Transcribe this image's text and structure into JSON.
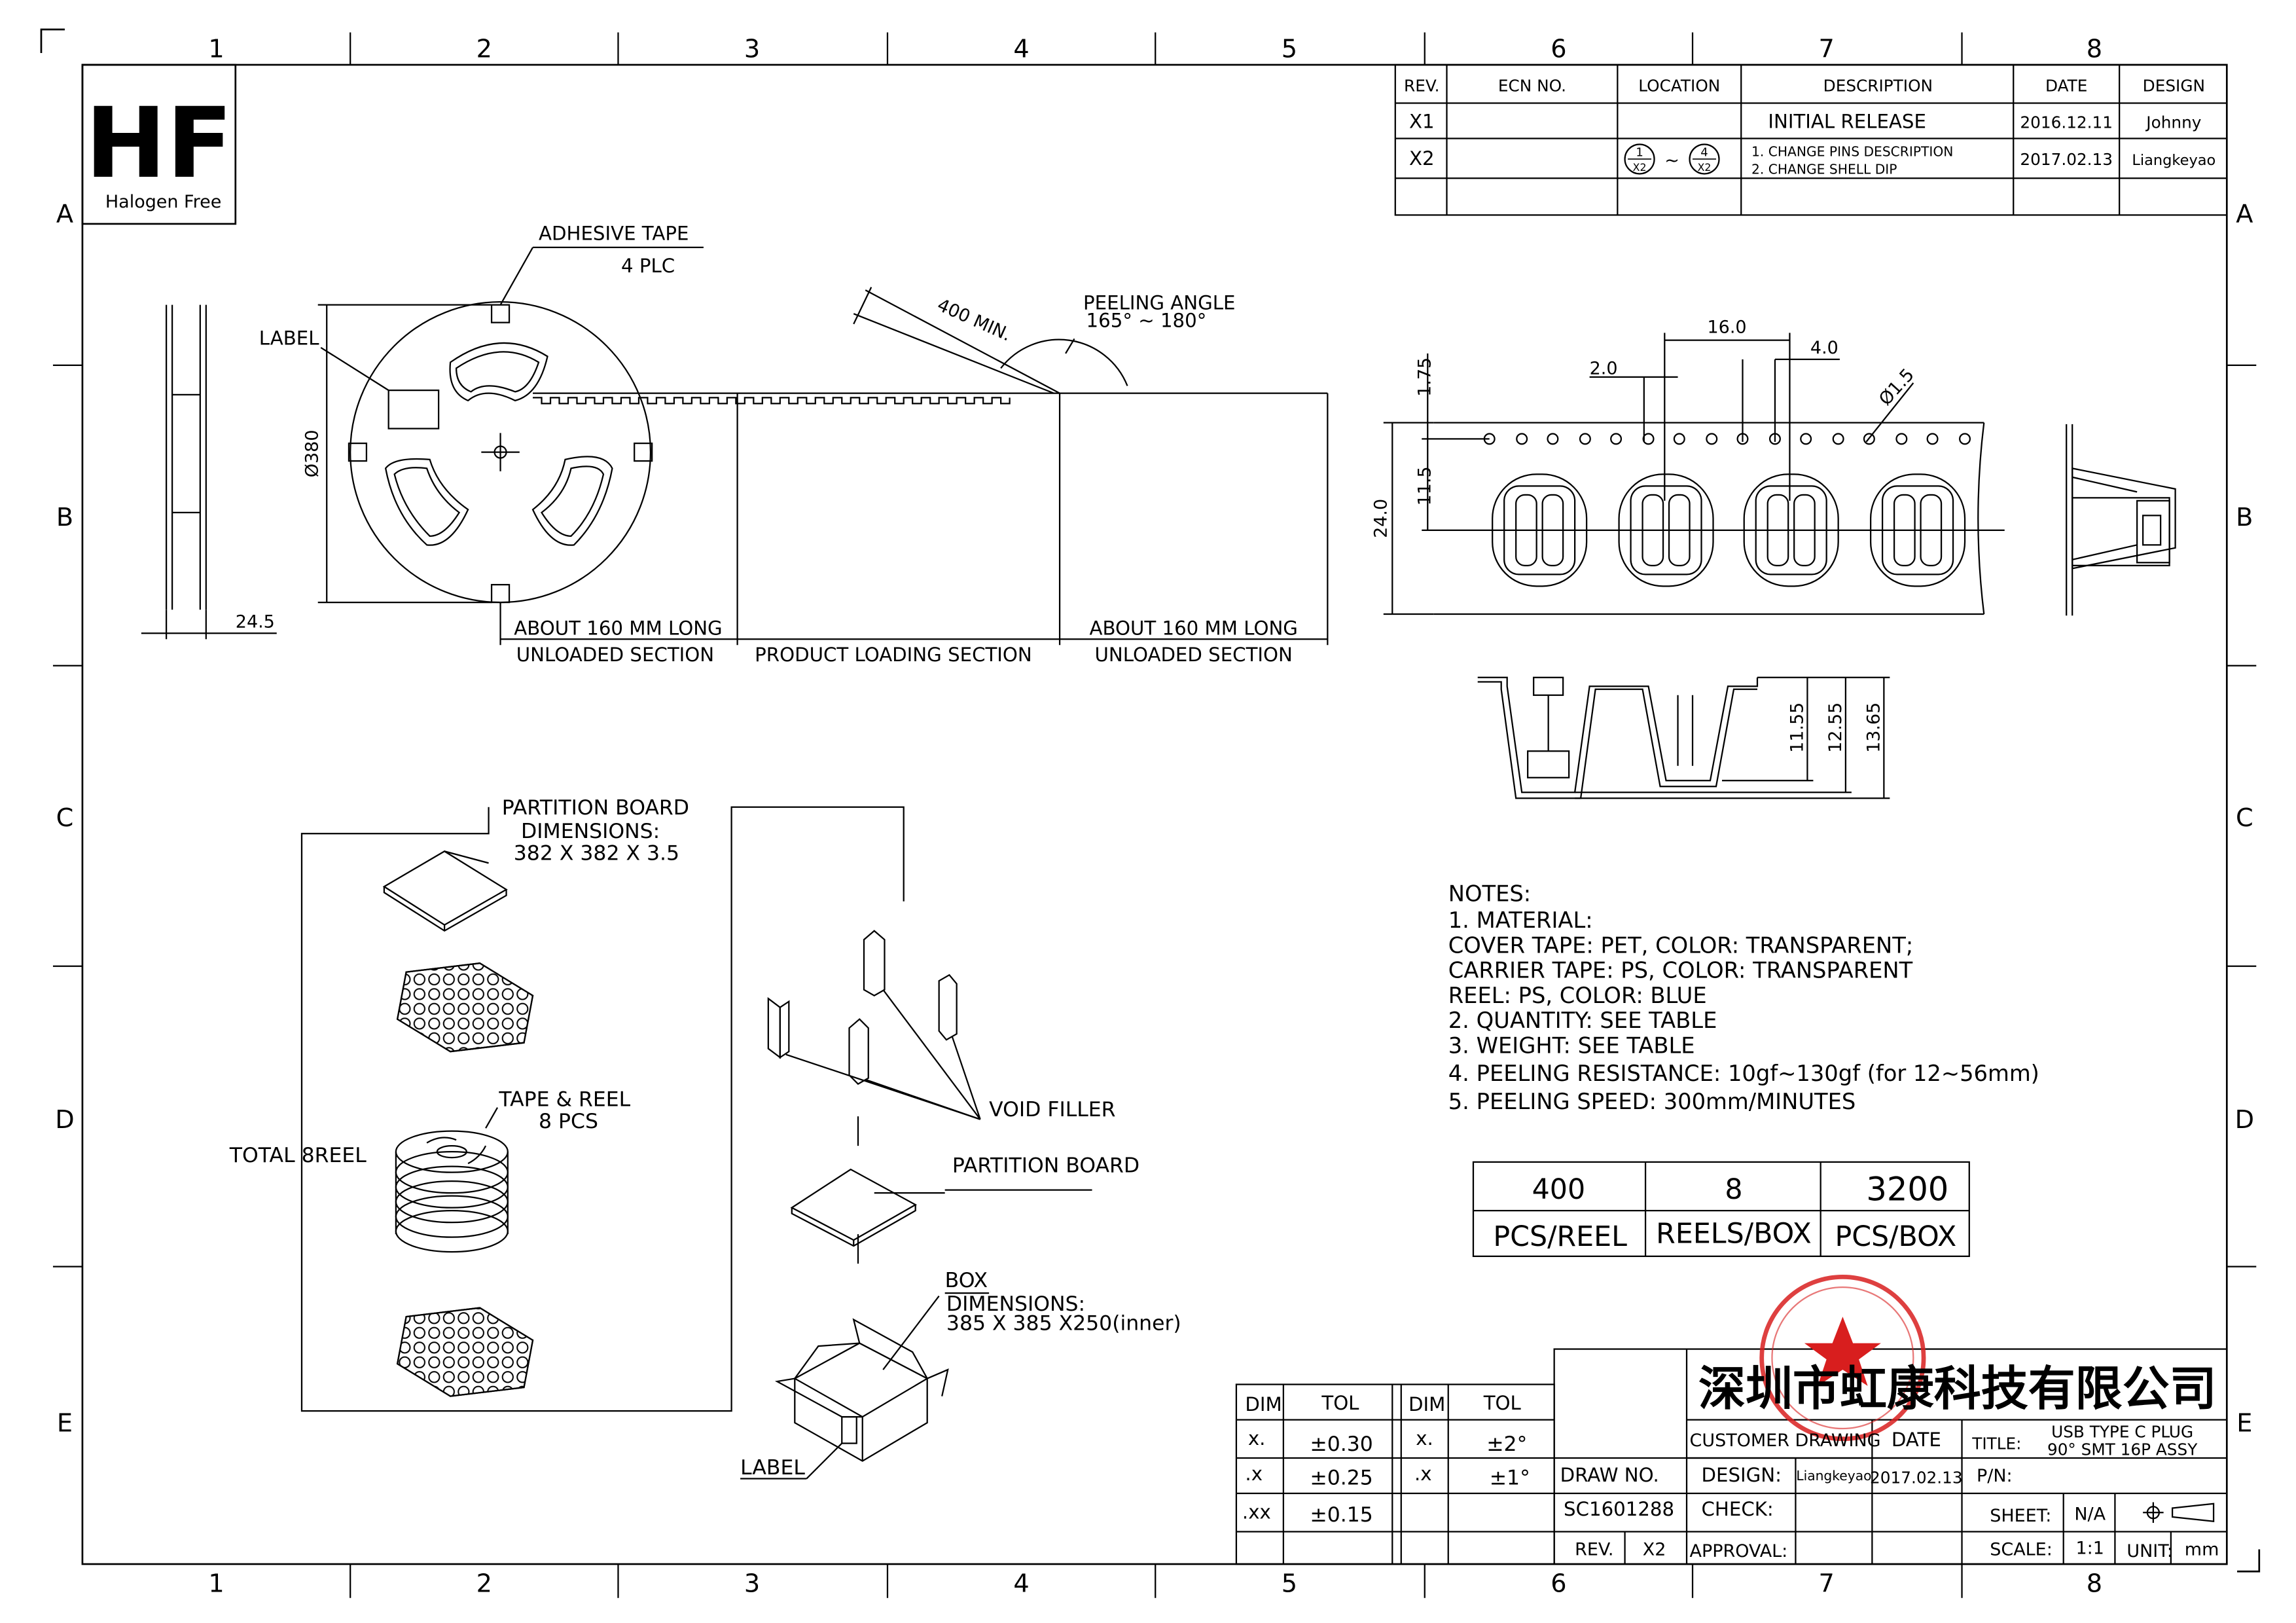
{
  "logo": {
    "text": "HF",
    "caption": "Halogen Free"
  },
  "frame": {
    "columns": [
      "1",
      "2",
      "3",
      "4",
      "5",
      "6",
      "7",
      "8"
    ],
    "rows": [
      "A",
      "B",
      "C",
      "D",
      "E"
    ]
  },
  "revision": {
    "headers": [
      "REV.",
      "ECN NO.",
      "LOCATION",
      "DESCRIPTION",
      "DATE",
      "DESIGN"
    ],
    "rows": [
      {
        "rev": "X1",
        "ecn": "",
        "location_from": "",
        "location_to": "",
        "description": [
          "INITIAL  RELEASE"
        ],
        "date": "2016.12.11",
        "design": "Johnny"
      },
      {
        "rev": "X2",
        "ecn": "",
        "location_from": "1/X2",
        "location_sep": "~",
        "location_to": "4/X2",
        "description": [
          "1. CHANGE PINS DESCRIPTION",
          "2. CHANGE SHELL DIP"
        ],
        "date": "2017.02.13",
        "design": "Liangkeyao"
      }
    ]
  },
  "reel": {
    "adhesive_tape": "ADHESIVE  TAPE",
    "adhesive_qty": "4  PLC",
    "label": "LABEL",
    "diameter": "Ø380",
    "width": "24.5",
    "peel_len": "400  MIN.",
    "peel_angle_title": "PEELING  ANGLE",
    "peel_angle_value": "165° ~ 180°",
    "unloaded_len_left": "ABOUT  160  MM  LONG",
    "unloaded_left": "UNLOADED  SECTION",
    "loading": "PRODUCT  LOADING  SECTION",
    "unloaded_len_right": "ABOUT  160  MM  LONG",
    "unloaded_right": "UNLOADED  SECTION"
  },
  "tape": {
    "pitch": "16.0",
    "hole_pitch": "4.0",
    "hole_offset": "2.0",
    "hole_dia": "Ø1.5",
    "edge": "1.75",
    "center": "11.5",
    "width": "24.0",
    "h1": "11.55",
    "h2": "12.55",
    "h3": "13.65"
  },
  "pack": {
    "partition_title": "PARTITION  BOARD",
    "dim_label": "DIMENSIONS:",
    "partition_dims": "382  X  382  X  3.5",
    "tape_reel": "TAPE  &  REEL",
    "tape_reel_qty": "8  PCS",
    "total": "TOTAL  8REEL",
    "void_filler": "VOID  FILLER",
    "partition_board": "PARTITION  BOARD",
    "box": "BOX",
    "box_dim_label": "DIMENSIONS:",
    "box_dims": "385  X  385  X250(inner)",
    "box_label": "LABEL"
  },
  "notes": {
    "title": "NOTES:",
    "lines": [
      "1.  MATERIAL:",
      "        COVER  TAPE:  PET,  COLOR:  TRANSPARENT;",
      "        CARRIER  TAPE:  PS,  COLOR:  TRANSPARENT",
      "        REEL:  PS,  COLOR:  BLUE",
      "2.  QUANTITY:  SEE  TABLE",
      "3.  WEIGHT:  SEE  TABLE",
      "4.  PEELING  RESISTANCE:  10gf~130gf  (for  12~56mm)",
      "5.  PEELING  SPEED:  300mm/MINUTES"
    ]
  },
  "qty_table": {
    "values": [
      "400",
      "8",
      "3200"
    ],
    "units": [
      "PCS/REEL",
      "REELS/BOX",
      "PCS/BOX"
    ]
  },
  "tolerance": {
    "headers": [
      "DIM",
      "TOL",
      "DIM",
      "TOL"
    ],
    "rows": [
      [
        "x.",
        "±0.30",
        "x.",
        "±2°"
      ],
      [
        ".x",
        "±0.25",
        ".x",
        "±1°"
      ],
      [
        ".xx",
        "±0.15",
        "",
        ""
      ],
      [
        "",
        "",
        "",
        ""
      ]
    ]
  },
  "title_block": {
    "company": "深圳市虹康科技有限公司",
    "customer_drawing": "CUSTOMER  DRAWING",
    "date_hdr": "DATE",
    "title_lbl": "TITLE:",
    "title_val1": "USB  TYPE  C  PLUG",
    "title_val2": "90°  SMT  16P  ASSY",
    "draw_no_lbl": "DRAW  NO.",
    "draw_no": "SC1601288",
    "design_lbl": "DESIGN:",
    "design_name": "Liangkeyao",
    "design_date": "2017.02.13",
    "pn_lbl": "P/N:",
    "check_lbl": "CHECK:",
    "sheet_lbl": "SHEET:",
    "sheet_val": "N/A",
    "rev_lbl": "REV.",
    "rev_val": "X2",
    "approval_lbl": "APPROVAL:",
    "scale_lbl": "SCALE:",
    "scale_val": "1:1",
    "unit_lbl": "UNIT:",
    "unit_val": "mm"
  },
  "colors": {
    "line": "#000000",
    "stamp": "#d81e1e",
    "paper": "#ffffff"
  }
}
